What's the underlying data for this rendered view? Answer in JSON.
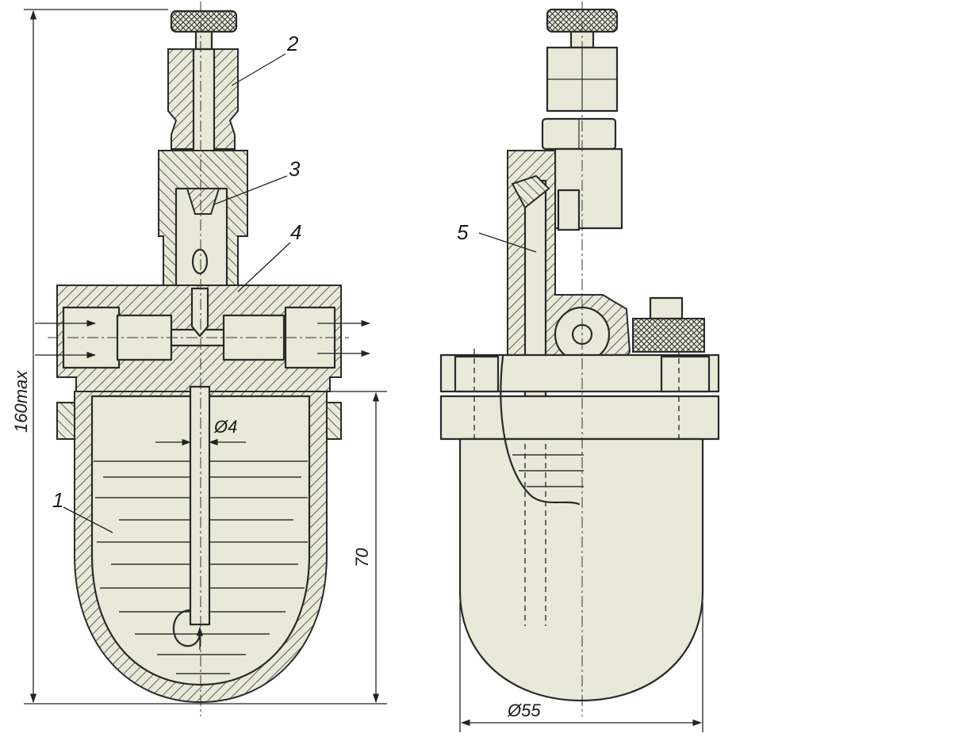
{
  "callouts": {
    "part_1": "1",
    "part_2": "2",
    "part_3": "3",
    "part_4": "4",
    "part_5": "5"
  },
  "dimensions": {
    "total_height": "160max",
    "bore_diameter": "Ø4",
    "bowl_height": "70",
    "bowl_diameter": "Ø55"
  },
  "colors": {
    "paper": "#e8e9d8",
    "ink": "#2a2a2a"
  }
}
